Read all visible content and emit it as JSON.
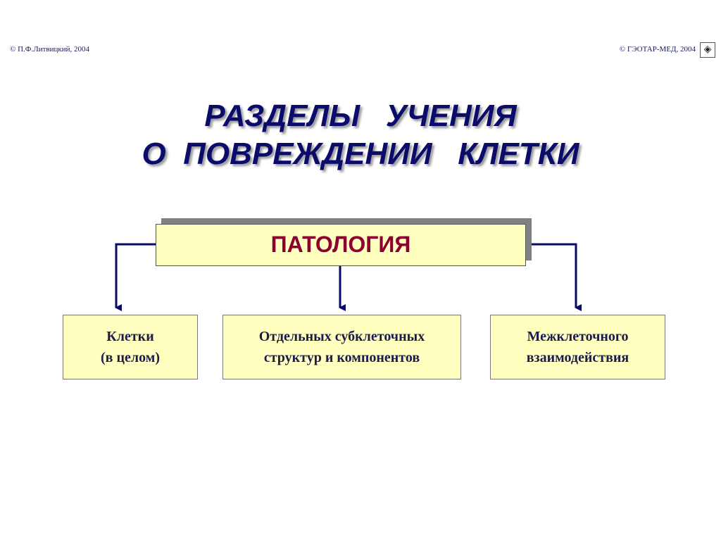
{
  "header": {
    "copyright_left": "© П.Ф.Литвицкий, 2004",
    "copyright_right": "© ГЭОТАР-МЕД, 2004"
  },
  "title": {
    "line1": "РАЗДЕЛЫ   УЧЕНИЯ",
    "line2": "О  ПОВРЕЖДЕНИИ   КЛЕТКИ"
  },
  "root": {
    "label": "ПАТОЛОГИЯ"
  },
  "children": [
    {
      "line1": "Клетки",
      "line2": "(в целом)"
    },
    {
      "line1": "Отдельных субклеточных",
      "line2": "структур и компонентов"
    },
    {
      "line1": "Межклеточного",
      "line2": "взаимодействия"
    }
  ],
  "colors": {
    "title": "#0b0b6b",
    "root_text": "#8b0030",
    "box_fill": "#ffffc0",
    "connector": "#0a0a6a"
  }
}
